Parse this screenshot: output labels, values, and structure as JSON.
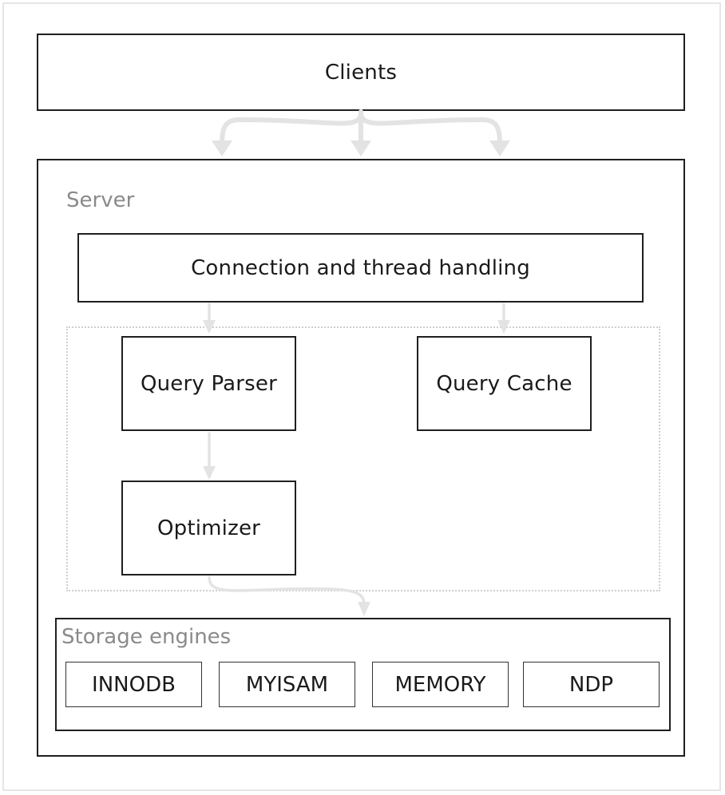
{
  "clients": {
    "label": "Clients"
  },
  "server": {
    "caption": "Server",
    "connection": "Connection and thread handling",
    "query_parser": "Query Parser",
    "query_cache": "Query Cache",
    "optimizer": "Optimizer"
  },
  "storage": {
    "caption": "Storage engines",
    "engines": [
      "INNODB",
      "MYISAM",
      "MEMORY",
      "NDP"
    ]
  },
  "colors": {
    "border": "#1f1f1f",
    "arrow": "#e3e3e3",
    "caption": "#8a8a8a"
  }
}
